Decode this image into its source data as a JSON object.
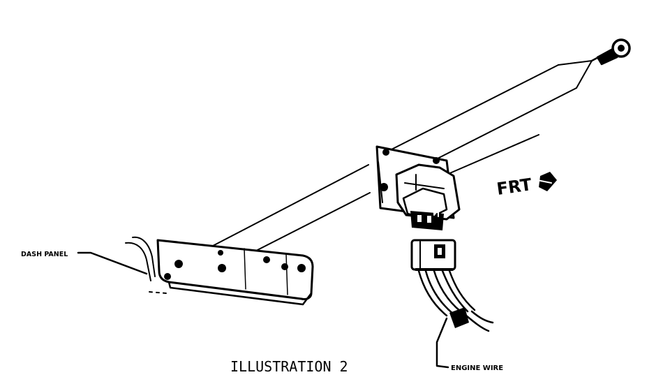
{
  "labels": {
    "dash_panel": "DASH PANEL",
    "engine_wire": "ENGINE WIRE",
    "front": "FRT",
    "caption": "ILLUSTRATION 2"
  },
  "colors": {
    "ink": "#000000",
    "paper": "#ffffff"
  }
}
